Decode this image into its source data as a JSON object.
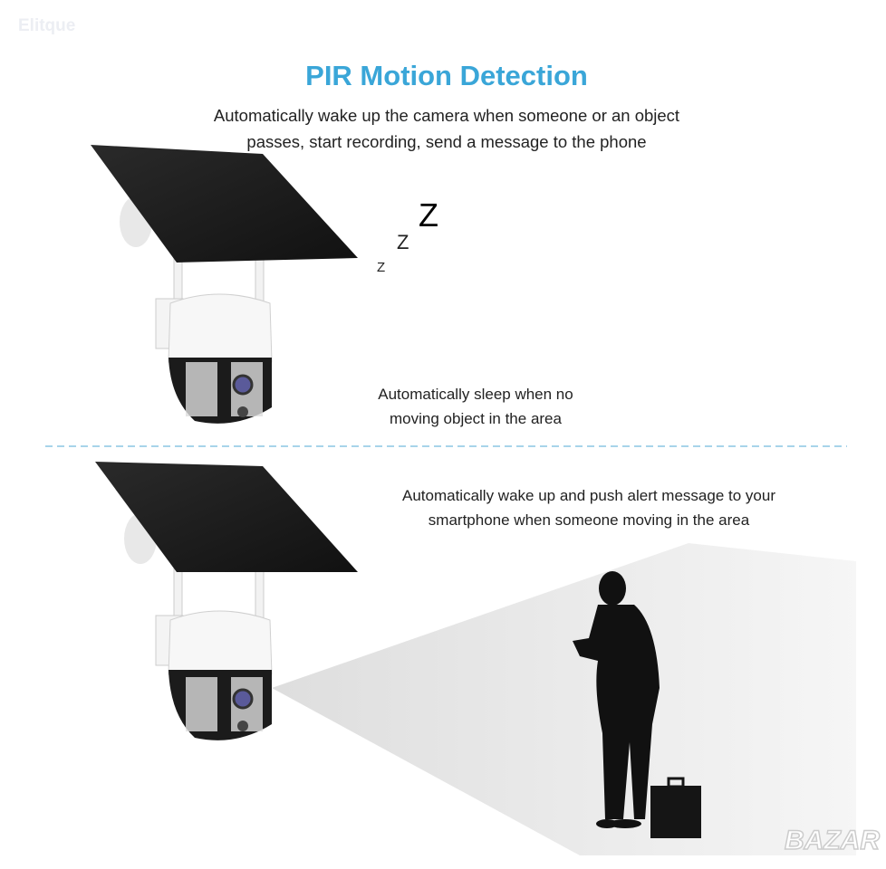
{
  "watermarks": {
    "top_left": "Elitque",
    "bottom_right": "BAZAR"
  },
  "title": "PIR Motion Detection",
  "subtitle": {
    "line1": "Automatically wake up the camera when someone or an object",
    "line2": "passes, start recording, send a message to the phone"
  },
  "sleep_caption": {
    "line1": "Automatically sleep when no",
    "line2": "moving object in the area"
  },
  "wake_caption": {
    "line1": "Automatically wake up and push alert message to your",
    "line2": "smartphone when someone moving in the area"
  },
  "sleep_symbols": [
    "Z",
    "Z",
    "Z"
  ],
  "colors": {
    "title": "#3aa6d8",
    "divider": "#a8d4ea"
  }
}
